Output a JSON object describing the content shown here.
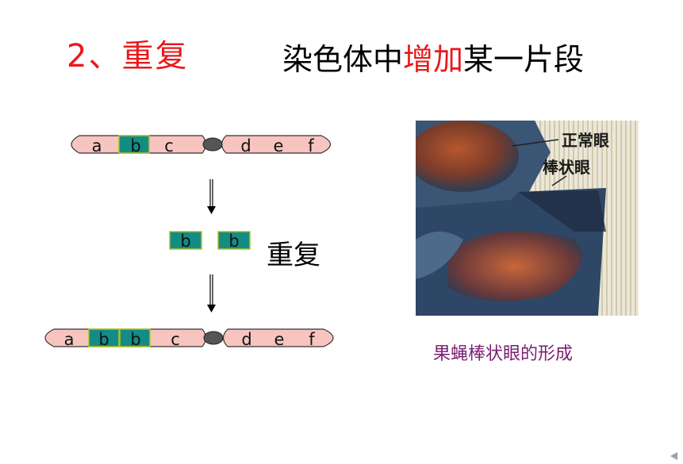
{
  "title": {
    "number": "2、重复",
    "definition_pre": "染色体中",
    "definition_highlight": "增加",
    "definition_post": "某一片段"
  },
  "chromosome_top": {
    "left_genes": [
      "a",
      "b",
      "c"
    ],
    "right_genes": [
      "d",
      "e",
      "f"
    ]
  },
  "fragments": [
    "b",
    "b"
  ],
  "step_label": "重复",
  "chromosome_bottom": {
    "left_genes": [
      "a",
      "b",
      "b",
      "c"
    ],
    "right_genes": [
      "d",
      "e",
      "f"
    ]
  },
  "photo": {
    "label_normal": "正常眼",
    "label_bar": "棒状眼"
  },
  "caption": "果蝇棒状眼的形成",
  "colors": {
    "chromatid_fill": "#f7c4bf",
    "gene_band": "#138c86",
    "gene_band_border": "#b5c21c",
    "centromere": "#555555",
    "title_red": "#e8191c",
    "caption_purple": "#7a1f70"
  }
}
